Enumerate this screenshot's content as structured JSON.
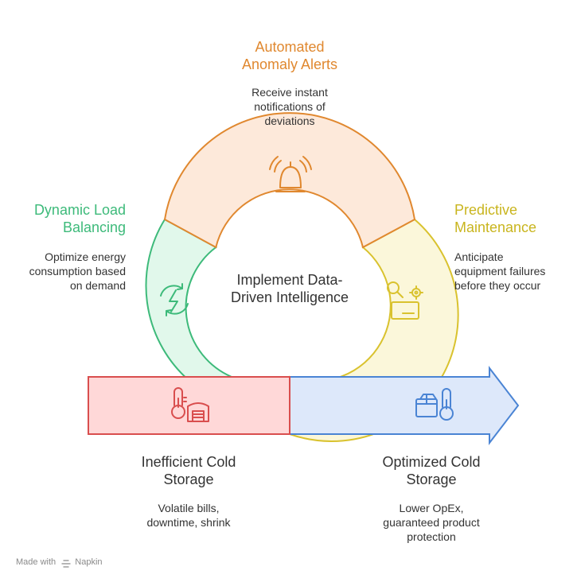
{
  "center": {
    "line1": "Implement Data-",
    "line2": "Driven Intelligence"
  },
  "steps": {
    "alerts": {
      "title_line1": "Automated",
      "title_line2": "Anomaly Alerts",
      "desc_line1": "Receive instant",
      "desc_line2": "notifications of",
      "desc_line3": "deviations",
      "color": "#E0882F",
      "icon": "alarm-bell-icon"
    },
    "load": {
      "title_line1": "Dynamic Load",
      "title_line2": "Balancing",
      "desc_line1": "Optimize energy",
      "desc_line2": "consumption based",
      "desc_line3": "on demand",
      "color": "#3DBA7A",
      "icon": "refresh-energy-icon"
    },
    "maintenance": {
      "title_line1": "Predictive",
      "title_line2": "Maintenance",
      "desc_line1": "Anticipate",
      "desc_line2": "equipment failures",
      "desc_line3": "before they occur",
      "color": "#D9C22E",
      "icon": "search-gear-icon"
    },
    "inefficient": {
      "title_line1": "Inefficient Cold",
      "title_line2": "Storage",
      "desc_line1": "Volatile bills,",
      "desc_line2": "downtime, shrink",
      "color": "#D94E4E",
      "icon": "thermometer-warehouse-icon"
    },
    "optimized": {
      "title_line1": "Optimized Cold",
      "title_line2": "Storage",
      "desc_line1": "Lower OpEx,",
      "desc_line2": "guaranteed product",
      "desc_line3": "protection",
      "color": "#4A84D4",
      "icon": "box-thermometer-icon"
    }
  },
  "footer": {
    "made_with": "Made with",
    "brand": "Napkin"
  }
}
